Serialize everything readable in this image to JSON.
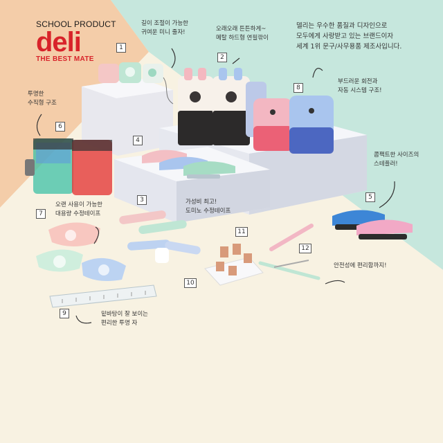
{
  "brand": {
    "top_text": "SCHOOL PRODUCT",
    "logo_text": "deli",
    "tagline": "THE BEST MATE",
    "color": "#d8232a"
  },
  "intro": {
    "lines": [
      "델리는 우수한 품질과 디자인으로",
      "모두에게 사랑받고 있는 브랜드이자",
      "세계 1위 문구/사무용품 제조사입니다."
    ]
  },
  "colors": {
    "peach": "#f4cda9",
    "mint": "#c6e7dd",
    "cream": "#f8f2e2",
    "pastel_pink": "#f3b7c2",
    "pastel_blue": "#a9c5ee",
    "pastel_green": "#a6dcc4"
  },
  "features": [
    {
      "number": "1",
      "lines": [
        "길이 조절이 가능한",
        "귀여운 미니 줄자!"
      ]
    },
    {
      "number": "2",
      "lines": [
        "오래오래 튼튼하게~",
        "메탈 하드형 연필깎이"
      ]
    },
    {
      "number": "3",
      "lines": [
        "가성비 최고!",
        "도미노 수정테이프"
      ]
    },
    {
      "number": "4",
      "lines": []
    },
    {
      "number": "5",
      "lines": [
        "콤팩트한 사이즈의",
        "스테플러!"
      ]
    },
    {
      "number": "6",
      "lines": [
        "투명한",
        "수직형 구조"
      ]
    },
    {
      "number": "7",
      "lines": [
        "오랜 사용이 가능한",
        "대용량 수정테이프"
      ]
    },
    {
      "number": "8",
      "lines": [
        "부드러운 회전과",
        "자동 시스템 구조!"
      ]
    },
    {
      "number": "9",
      "lines": [
        "밑바탕이 잘 보이는",
        "편리한 투명 자"
      ]
    },
    {
      "number": "10",
      "lines": []
    },
    {
      "number": "11",
      "lines": []
    },
    {
      "number": "12",
      "lines": [
        "안전성에 편리함까지!"
      ]
    }
  ]
}
